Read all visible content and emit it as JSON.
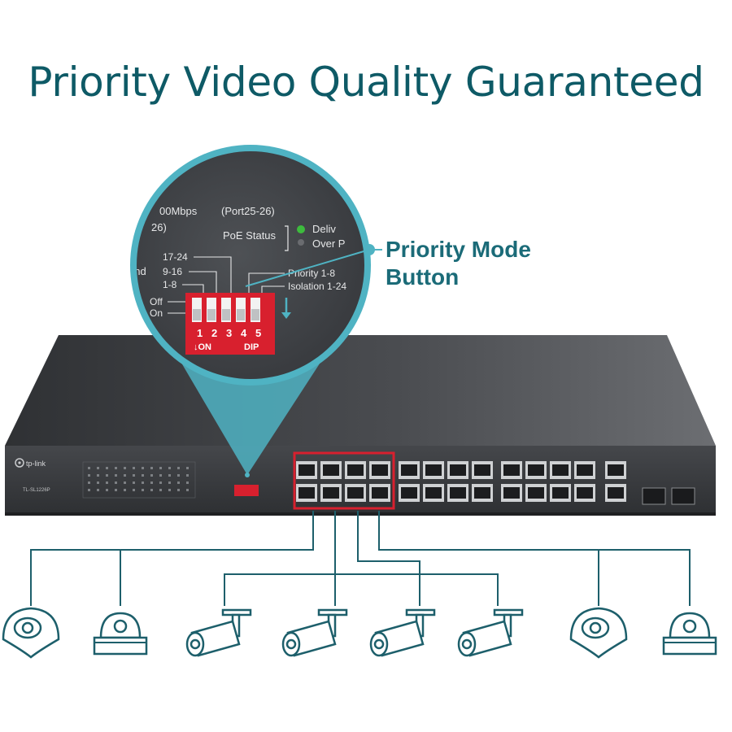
{
  "headline": "Priority Video Quality Guaranteed",
  "callout": {
    "line1": "Priority Mode",
    "line2": "Button"
  },
  "colors": {
    "headline": "#0e5a66",
    "accent": "#4fb3c3",
    "lines": "#1d5f6b",
    "priority": "#d8202e",
    "chassis": "#3d3f43"
  },
  "zoom": {
    "speed_text": "00Mbps",
    "port_range": "(Port25-26)",
    "port_id": "26)",
    "poe_status": "PoE Status",
    "status_a": "Deliv",
    "status_b": "Over P",
    "group_17_24": "17-24",
    "group_9_16": "9-16",
    "group_1_8": "1-8",
    "partial_word": "end",
    "off": "Off",
    "on": "On",
    "priority_label": "Priority  1-8",
    "isolation_label": "Isolation  1-24",
    "dip_numbers": [
      "1",
      "2",
      "3",
      "4",
      "5"
    ],
    "dip_on": "↓ON",
    "dip_word": "DIP"
  },
  "switch": {
    "brand": "tp-link",
    "model": "TL-SL1226P"
  },
  "cameras": [
    "dome-camera",
    "ceiling-dome-camera",
    "bullet-camera",
    "bullet-camera",
    "bullet-camera",
    "bullet-camera",
    "dome-camera",
    "ceiling-dome-camera"
  ]
}
